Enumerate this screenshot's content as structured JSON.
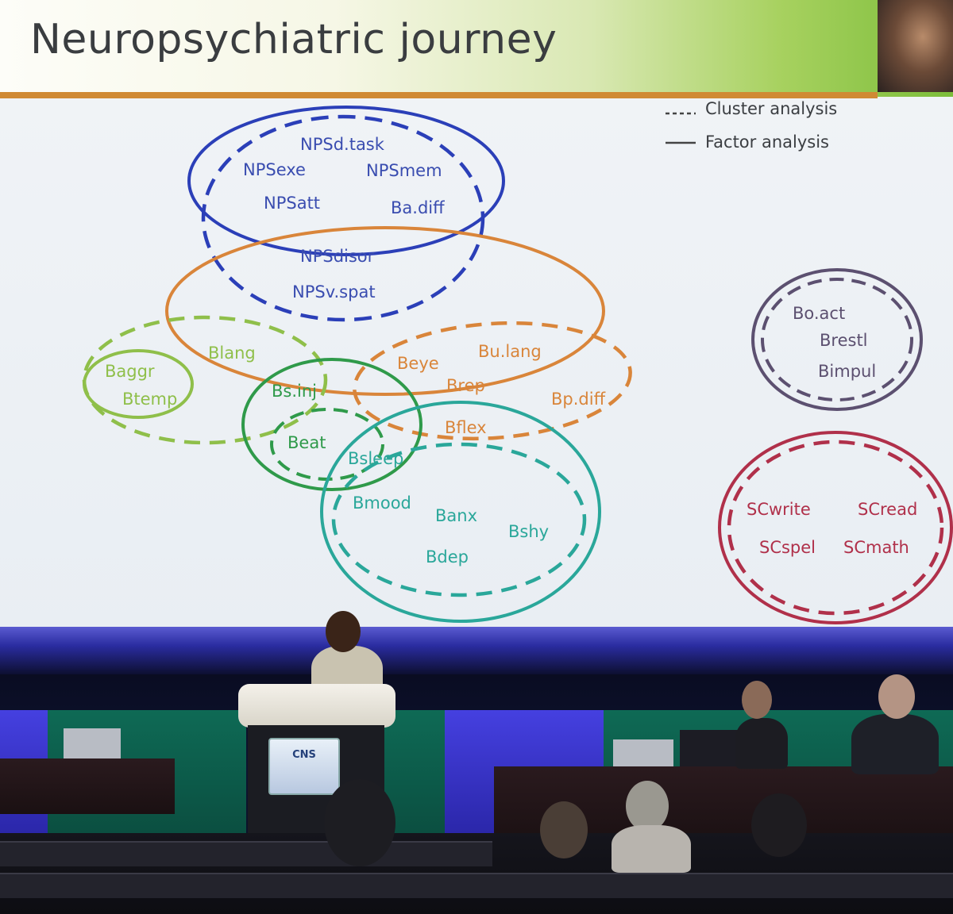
{
  "slide": {
    "title": "Neuropsychiatric journey"
  },
  "legend": {
    "items": [
      {
        "label": "Cluster analysis",
        "style": "dashed"
      },
      {
        "label": "Factor analysis",
        "style": "solid"
      }
    ]
  },
  "diagram_labels": {
    "nps_d_task": "NPSd.task",
    "nps_exe": "NPSexe",
    "nps_mem": "NPSmem",
    "nps_att": "NPSatt",
    "ba_diff": "Ba.diff",
    "nps_disor": "NPSdisor",
    "nps_v_spat": "NPSv.spat",
    "blang": "Blang",
    "baggr": "Baggr",
    "btemp": "Btemp",
    "bs_inj": "Bs.inj",
    "beye": "Beye",
    "bu_lang": "Bu.lang",
    "brep": "Brep",
    "bp_diff": "Bp.diff",
    "bflex": "Bflex",
    "beat": "Beat",
    "bsleep": "Bsleep",
    "bmood": "Bmood",
    "banx": "Banx",
    "bshy": "Bshy",
    "bdep": "Bdep",
    "bo_act": "Bo.act",
    "brestl": "Brestl",
    "bimpul": "Bimpul",
    "sc_write": "SCwrite",
    "sc_read": "SCread",
    "sc_spel": "SCspel",
    "sc_math": "SCmath"
  },
  "colors": {
    "blue": "#2b3fb8",
    "orange": "#d9853a",
    "lightgreen": "#8fbf4a",
    "green": "#2f9a4a",
    "teal": "#2aa79a",
    "purple": "#5c5070",
    "crimson": "#b0304a",
    "header_rule": "#d08a34"
  },
  "podium_sign": "CNS"
}
